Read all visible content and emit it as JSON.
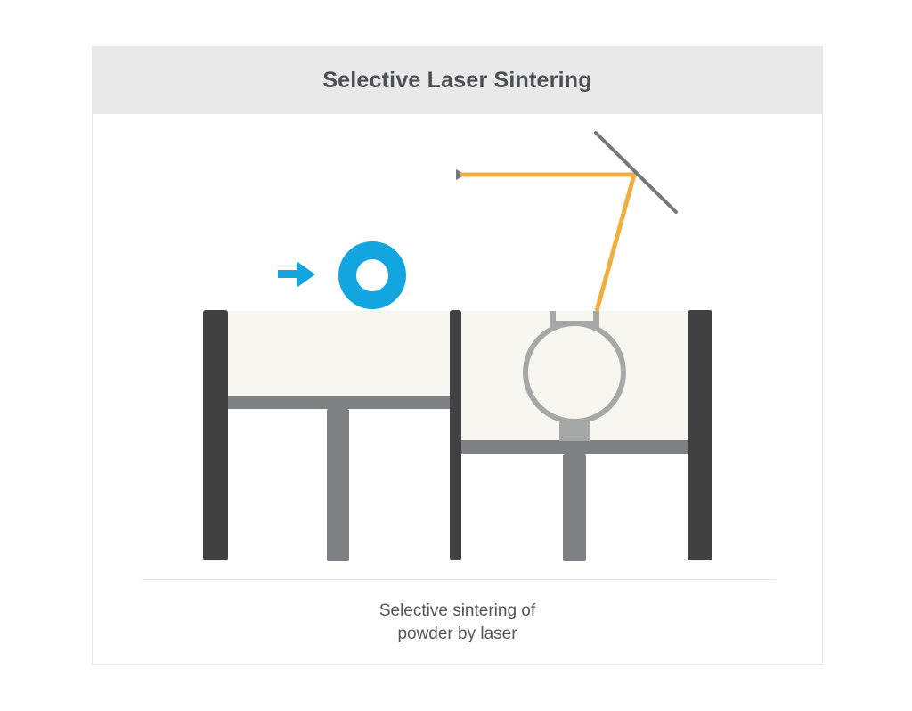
{
  "header": {
    "title": "Selective Laser Sintering"
  },
  "caption": {
    "line1": "Selective sintering of",
    "line2": "powder by laser"
  },
  "colors": {
    "header_bg": "#e9e9e9",
    "title_text": "#4d4f54",
    "powder_bed": "#f7f6f0",
    "wall_dark": "#414141",
    "piston_gray": "#7f8083",
    "part_gray": "#a6a8a8",
    "laser_beam": "#f0ae3e",
    "mirror_gray": "#777777",
    "roller_blue": "#12a5e0"
  },
  "diagram": {
    "components": [
      {
        "name": "powder-supply-chamber"
      },
      {
        "name": "build-chamber"
      },
      {
        "name": "recoater-roller",
        "direction": "right"
      },
      {
        "name": "laser-source"
      },
      {
        "name": "scanning-mirror"
      },
      {
        "name": "laser-beam"
      },
      {
        "name": "sintered-part"
      }
    ]
  }
}
